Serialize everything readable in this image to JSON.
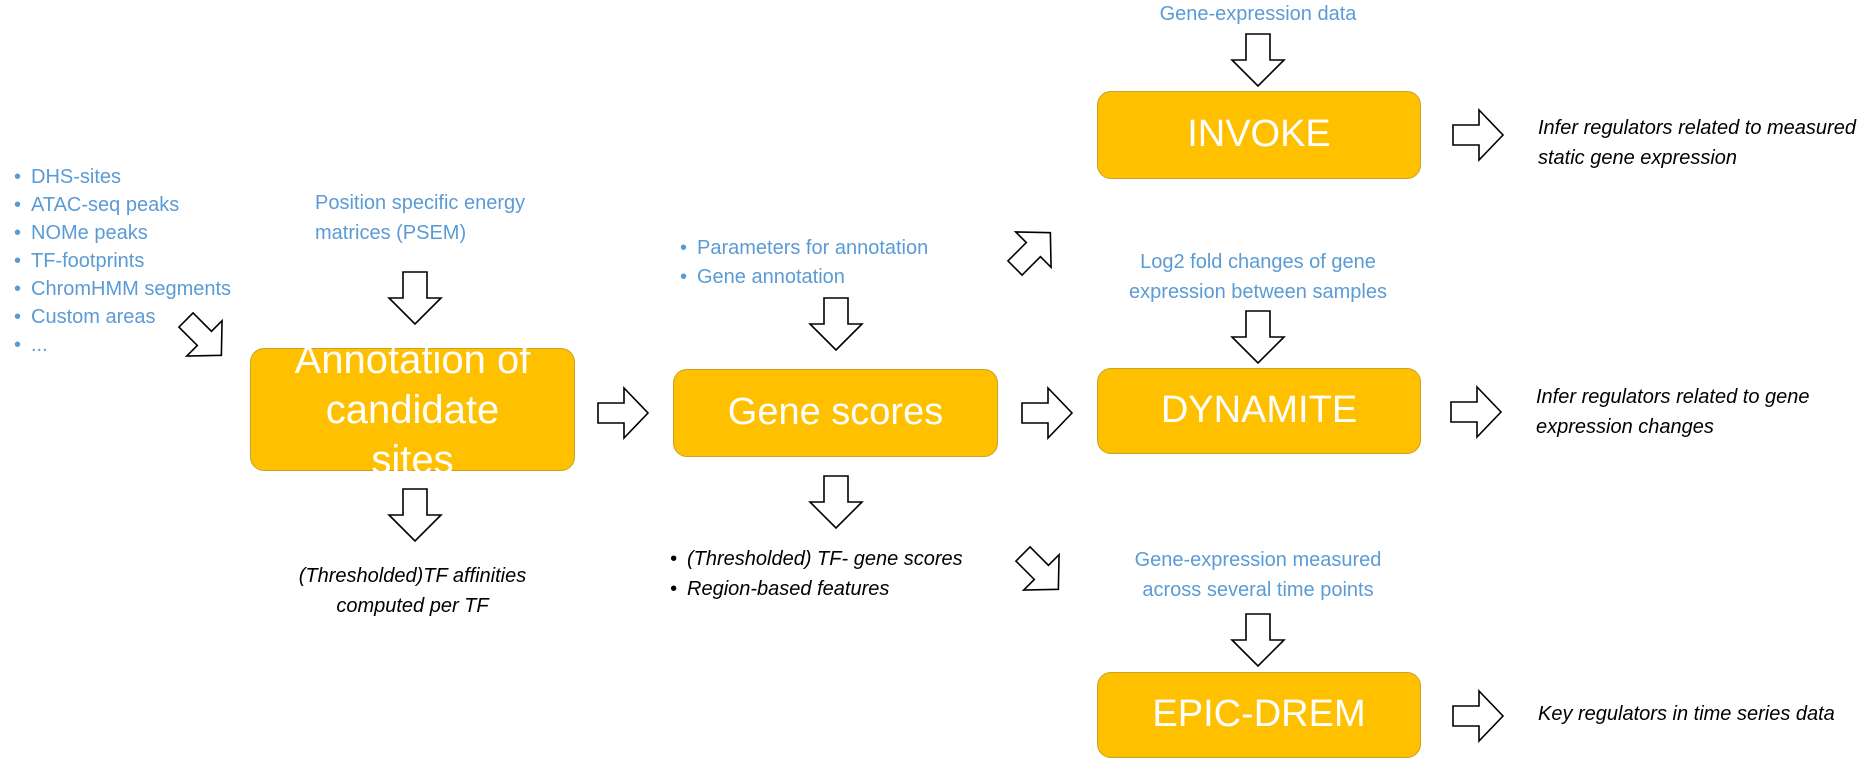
{
  "inputs": {
    "region_types": [
      "DHS-sites",
      "ATAC-seq peaks",
      "NOMe peaks",
      "TF-footprints",
      "ChromHMM  segments",
      "Custom areas",
      "..."
    ],
    "psem": "Position specific energy matrices (PSEM)",
    "annotation_params": [
      "Parameters for annotation",
      "Gene annotation"
    ],
    "gene_expression": "Gene-expression data",
    "log2_fold": "Log2 fold changes of gene expression between samples",
    "time_series": "Gene-expression measured across several time points"
  },
  "boxes": {
    "annotation": "Annotation of candidate sites",
    "gene_scores": "Gene scores",
    "invoke": "INVOKE",
    "dynamite": "DYNAMITE",
    "epic_drem": "EPIC-DREM"
  },
  "outputs": {
    "tf_affinities": "(Thresholded)TF affinities computed per TF",
    "gene_score_features": [
      "(Thresholded) TF- gene scores",
      "Region-based features"
    ],
    "invoke_result": "Infer regulators related to measured static gene expression",
    "dynamite_result": "Infer regulators related to gene expression changes",
    "epic_drem_result": "Key regulators in time series data"
  },
  "colors": {
    "box_fill": "#FFC000",
    "box_border": "#C9A227",
    "input_text": "#5B9BD5",
    "output_text": "#000000"
  }
}
